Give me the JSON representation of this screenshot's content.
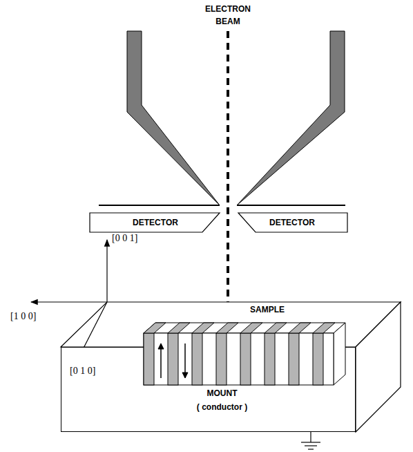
{
  "diagram": {
    "nodes": [
      {
        "text": [
          "DETECTOR"
        ]
      },
      {
        "text": [
          "DETECTOR"
        ]
      },
      {
        "text": [
          "SAMPLE"
        ]
      },
      {
        "text": [
          "MOUNT",
          "( conductor )"
        ]
      }
    ],
    "labels": [
      "ELECTRON BEAM",
      "[0 0 1]",
      "[1 0 0]",
      "[0 1 0]"
    ]
  }
}
